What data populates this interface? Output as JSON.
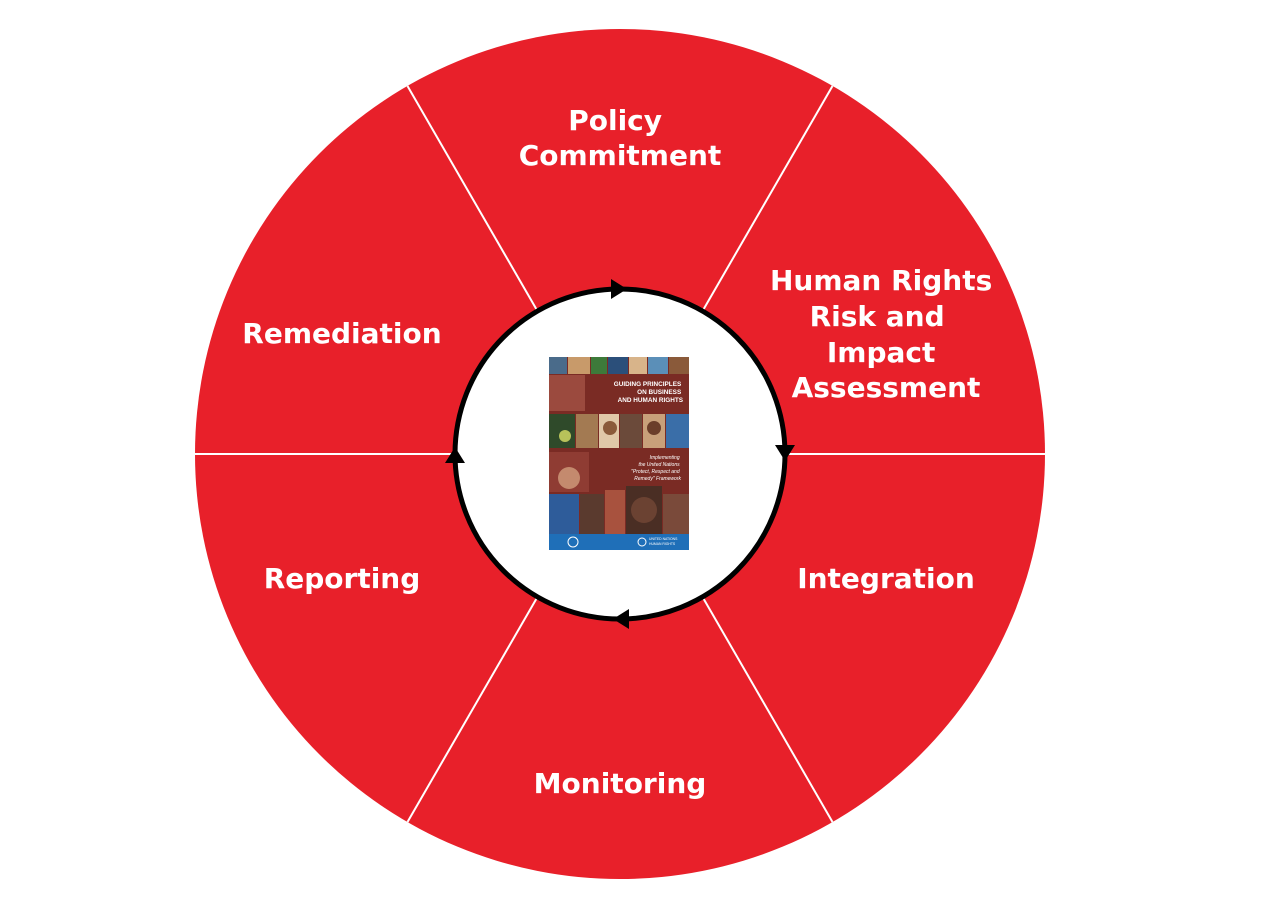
{
  "colors": {
    "wheel": "#e8202a",
    "divider": "#ffffff",
    "label": "#ffffff",
    "cycle": "#000000",
    "center": "#ffffff",
    "cover_brown": "#7a2b24",
    "cover_blue": "#1f6fb8"
  },
  "wheel": {
    "segments": [
      {
        "id": "policy",
        "lines": [
          "Policy",
          "Commitment"
        ]
      },
      {
        "id": "assessment",
        "lines": [
          "Human Rights",
          "Risk and",
          "Impact",
          "Assessment"
        ]
      },
      {
        "id": "integration",
        "lines": [
          "Integration"
        ]
      },
      {
        "id": "monitoring",
        "lines": [
          "Monitoring"
        ]
      },
      {
        "id": "reporting",
        "lines": [
          "Reporting"
        ]
      },
      {
        "id": "remediation",
        "lines": [
          "Remediation"
        ]
      }
    ]
  },
  "cycle": {
    "direction": "clockwise",
    "arrow_icon": "triangle-arrow-icon"
  },
  "center_image": {
    "icon": "report-cover-image",
    "title_lines": [
      "GUIDING PRINCIPLES",
      "ON BUSINESS",
      "AND HUMAN RIGHTS"
    ],
    "subtitle_lines": [
      "Implementing",
      "the United Nations",
      "\"Protect, Respect and",
      "Remedy\" Framework"
    ],
    "publisher_lines": [
      "UNITED NATIONS",
      "HUMAN RIGHTS"
    ]
  }
}
